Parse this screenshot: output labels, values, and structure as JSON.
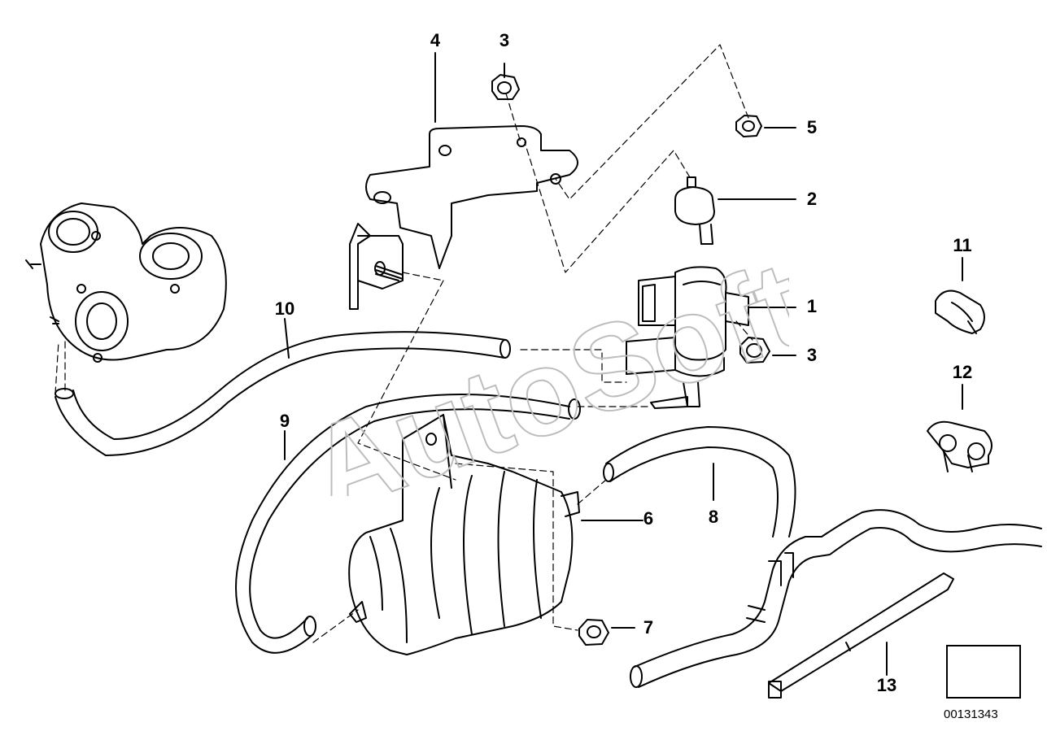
{
  "diagram": {
    "callouts": [
      {
        "label": "1"
      },
      {
        "label": "2"
      },
      {
        "label": "3"
      },
      {
        "label": "3"
      },
      {
        "label": "4"
      },
      {
        "label": "5"
      },
      {
        "label": "6"
      },
      {
        "label": "7"
      },
      {
        "label": "8"
      },
      {
        "label": "9"
      },
      {
        "label": "10"
      },
      {
        "label": "11"
      },
      {
        "label": "12"
      },
      {
        "label": "13"
      }
    ],
    "watermark": "AutoSoft",
    "document_id": "00131343",
    "nav_icon": "back-arrow-icon"
  },
  "colors": {
    "line": "#000000",
    "background": "#ffffff",
    "watermark": "#bdbdbd"
  }
}
